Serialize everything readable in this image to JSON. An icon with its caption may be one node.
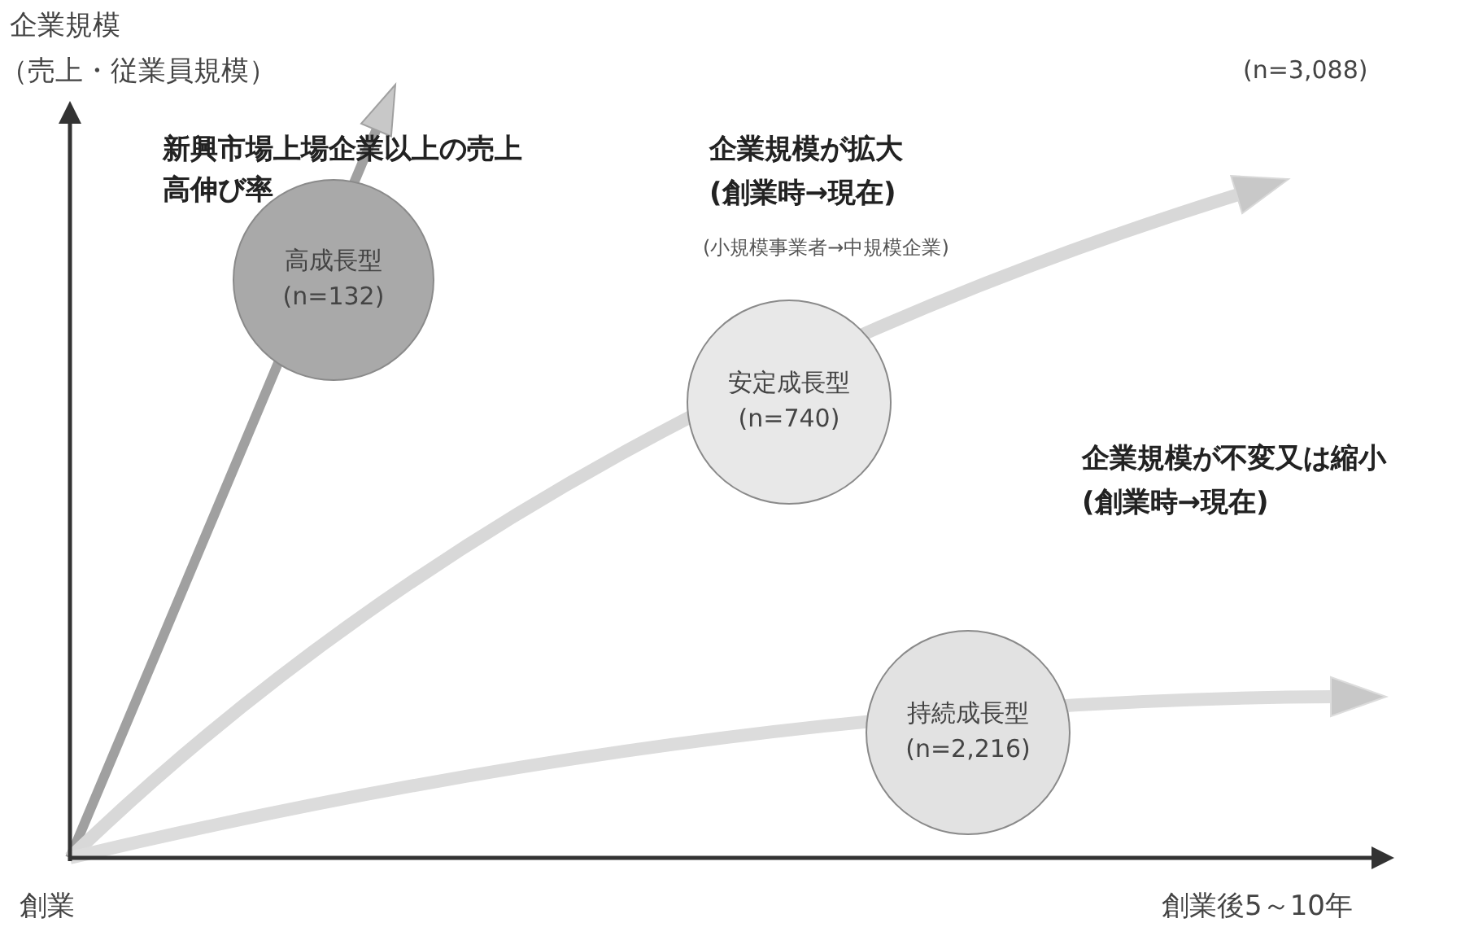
{
  "diagram": {
    "nodes": [
      {
        "text": [
          "高成長型",
          "(n=132)"
        ]
      },
      {
        "text": [
          "安定成長型",
          "(n=740)"
        ]
      },
      {
        "text": [
          "持続成長型",
          "(n=2,216)"
        ]
      }
    ],
    "labels": [
      "企業規模",
      "（売上・従業員規模）",
      "(n=3,088)",
      "新興市場上場企業以上の売上高伸び率",
      "企業規模が拡大",
      "(創業時→現在)",
      "(小規模事業者→中規模企業)",
      "企業規模が不変又は縮小",
      "(創業時→現在)",
      "創業",
      "創業後5～10年"
    ]
  }
}
